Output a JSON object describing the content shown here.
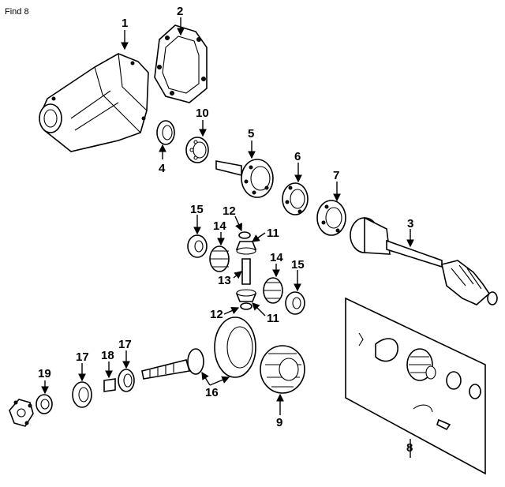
{
  "header": {
    "find_label": "Find 8"
  },
  "callouts": [
    "1",
    "2",
    "3",
    "4",
    "5",
    "6",
    "7",
    "8",
    "9",
    "10",
    "11",
    "11",
    "12",
    "12",
    "13",
    "14",
    "14",
    "15",
    "15",
    "16",
    "17",
    "17",
    "18",
    "19"
  ],
  "colors": {
    "line": "#000000",
    "background": "#ffffff"
  }
}
